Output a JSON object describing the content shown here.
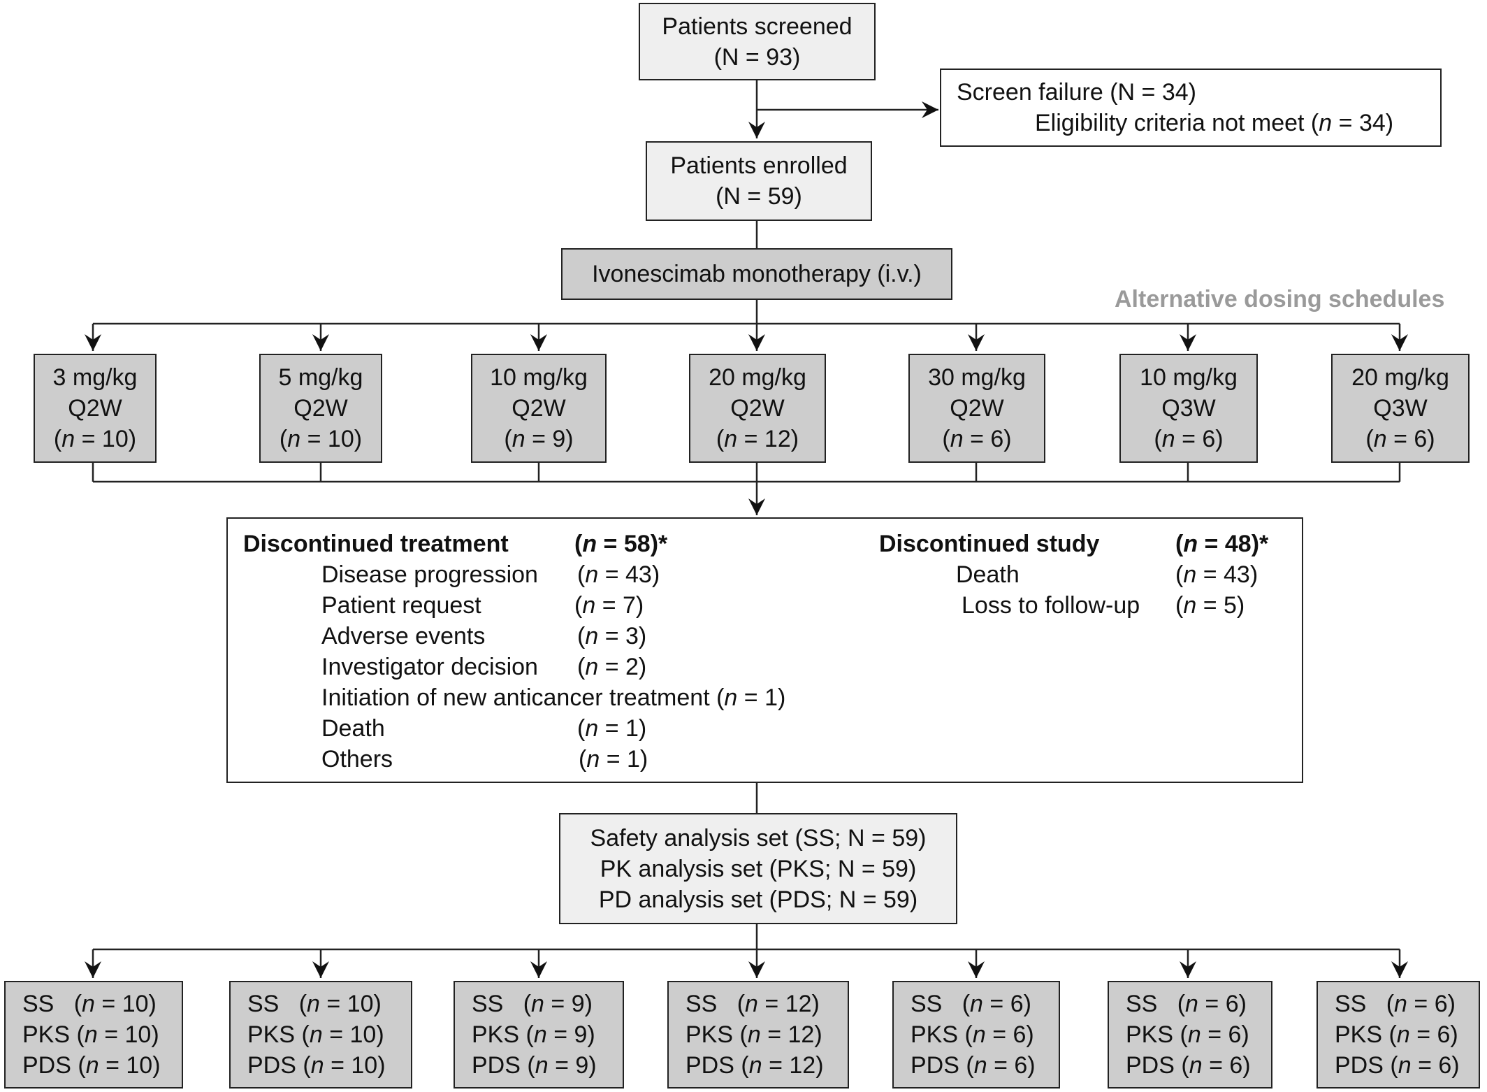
{
  "screened": {
    "title": "Patients screened",
    "count": "(N = 93)"
  },
  "screen_failure": {
    "title": "Screen failure (N = 34)",
    "reason": "Eligibility criteria not meet",
    "reason_n": "34"
  },
  "enrolled": {
    "title": "Patients enrolled",
    "count": "(N = 59)"
  },
  "treatment": {
    "label": "Ivonescimab monotherapy (i.v.)"
  },
  "alt_label": "Alternative dosing schedules",
  "cohorts": [
    {
      "dose": "3 mg/kg",
      "schedule": "Q2W",
      "n": "10"
    },
    {
      "dose": "5 mg/kg",
      "schedule": "Q2W",
      "n": "10"
    },
    {
      "dose": "10 mg/kg",
      "schedule": "Q2W",
      "n": "9"
    },
    {
      "dose": "20 mg/kg",
      "schedule": "Q2W",
      "n": "12"
    },
    {
      "dose": "30 mg/kg",
      "schedule": "Q2W",
      "n": "6"
    },
    {
      "dose": "10 mg/kg",
      "schedule": "Q3W",
      "n": "6"
    },
    {
      "dose": "20 mg/kg",
      "schedule": "Q3W",
      "n": "6"
    }
  ],
  "discontinued_treatment": {
    "title": "Discontinued treatment",
    "n": "58",
    "reasons": [
      {
        "label": "Disease progression",
        "n": "43"
      },
      {
        "label": "Patient request",
        "n": "7"
      },
      {
        "label": "Adverse events",
        "n": "3"
      },
      {
        "label": "Investigator decision",
        "n": "2"
      },
      {
        "label": "Initiation of new anticancer treatment",
        "n": "1"
      },
      {
        "label": "Death",
        "n": "1"
      },
      {
        "label": "Others",
        "n": "1"
      }
    ]
  },
  "discontinued_study": {
    "title": "Discontinued study",
    "n": "48",
    "reasons": [
      {
        "label": "Death",
        "n": "43"
      },
      {
        "label": "Loss to follow-up",
        "n": "5"
      }
    ]
  },
  "analysis_sets": [
    "Safety analysis set (SS; N = 59)",
    "PK analysis set (PKS; N = 59)",
    "PD analysis set (PDS; N = 59)"
  ],
  "set_labels": [
    "SS",
    "PKS",
    "PDS"
  ],
  "cohort_sets": [
    "10",
    "10",
    "9",
    "12",
    "6",
    "6",
    "6"
  ]
}
